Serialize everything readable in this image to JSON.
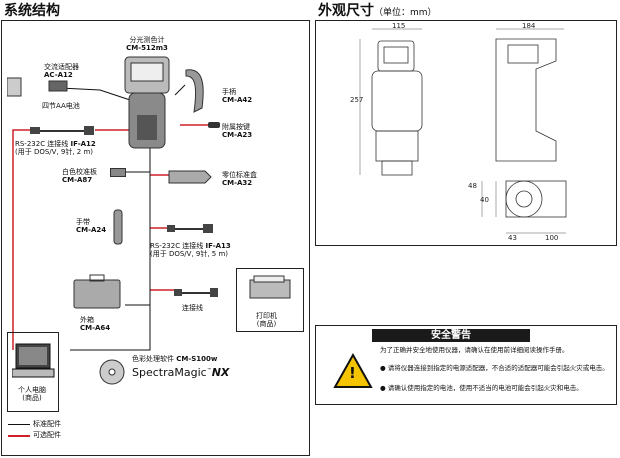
{
  "system": {
    "title": "系统结构",
    "items": {
      "meter": {
        "name": "分光测色计",
        "model": "CM-512m3"
      },
      "adapter": {
        "name": "交流适配器",
        "model": "AC-A12"
      },
      "battery": {
        "name": "四节AA电池"
      },
      "handstrap": {
        "name": "手柄",
        "model": "CM-A42"
      },
      "attach_knob": {
        "name": "附属按键",
        "model": "CM-A23"
      },
      "rs232_a": {
        "name": "RS-232C 连接线",
        "model": "IF-A12",
        "note": "(用于 DOS/V, 9针, 2 m)"
      },
      "white_cal": {
        "name": "白色校准板",
        "model": "CM-A87"
      },
      "zero_cal": {
        "name": "零位标准盒",
        "model": "CM-A32"
      },
      "strap": {
        "name": "手带",
        "model": "CM-A24"
      },
      "rs232_b": {
        "name": "RS-232C 连接线",
        "model": "IF-A13",
        "note": "(用于 DOS/V, 9针, 5 m)"
      },
      "connector": {
        "name": "连接线"
      },
      "printer": {
        "name": "打印机",
        "note": "(商品)"
      },
      "case": {
        "name": "外箱",
        "model": "CM-A64"
      },
      "pc": {
        "name": "个人电脑",
        "note": "(商品)"
      },
      "software": {
        "name": "色彩处理软件",
        "model": "CM-S100w",
        "brand": "SpectraMagic",
        "brand_suffix": "NX",
        "tm": "™"
      }
    },
    "legend": [
      {
        "label": "标准配件",
        "color": "#111111"
      },
      {
        "label": "可选配件",
        "color": "#d0202a"
      }
    ]
  },
  "dimensions": {
    "title": "外观尺寸",
    "unit": "（单位：mm）",
    "values": {
      "w_front": "115",
      "w_side": "184",
      "height": "257",
      "d1": "48",
      "d2": "40",
      "d3": "43",
      "d4": "100"
    }
  },
  "warning": {
    "title": "安全警告",
    "lines": [
      "为了正确并安全地使用仪器，请确认在使用前详细阅读操作手册。",
      "请将仪器连接到指定的电源适配器，不合适的适配器可能会引起火灾或电击。",
      "请确认使用指定的电池，使用不适当的电池可能会引起火灾和电击。"
    ],
    "bullet": "●",
    "symbol": "!"
  }
}
